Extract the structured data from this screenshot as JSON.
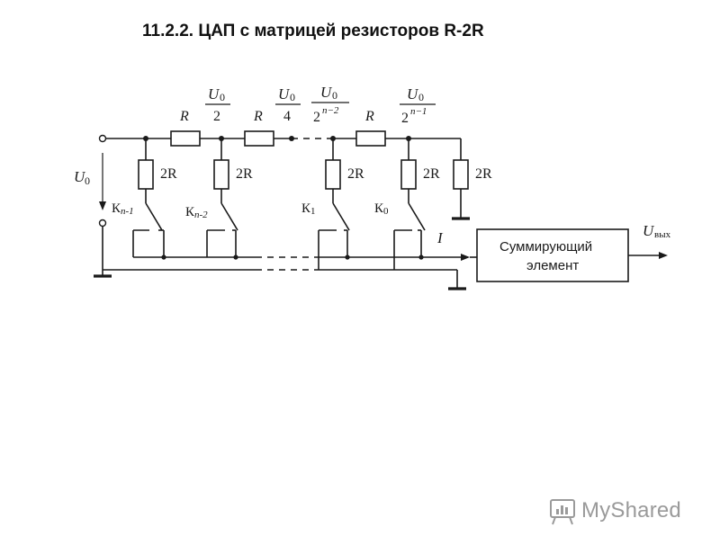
{
  "title": "11.2.2. ЦАП с матрицей резисторов R-2R",
  "diagram": {
    "u0_left": "U",
    "u0_left_sub": "0",
    "resistor_R": "R",
    "resistor_2R": "2R",
    "node_voltages": [
      {
        "num": "U",
        "num_sub": "0",
        "den": "2"
      },
      {
        "num": "U",
        "num_sub": "0",
        "den": "4"
      },
      {
        "num": "U",
        "num_sub": "0",
        "den": "2",
        "den_sup": "n−2"
      },
      {
        "num": "U",
        "num_sub": "0",
        "den": "2",
        "den_sup": "n−1"
      }
    ],
    "switches": [
      {
        "letter": "К",
        "sub": "n-1"
      },
      {
        "letter": "К",
        "sub": "n-2"
      },
      {
        "letter": "К",
        "sub": "1"
      },
      {
        "letter": "К",
        "sub": "0"
      }
    ],
    "current": "I",
    "summing_line1": "Суммирующий",
    "summing_line2": "элемент",
    "output": "U",
    "output_sub": "вых"
  },
  "watermark": {
    "logo_text": "MyShared",
    "icon": "presentation-board-icon"
  }
}
